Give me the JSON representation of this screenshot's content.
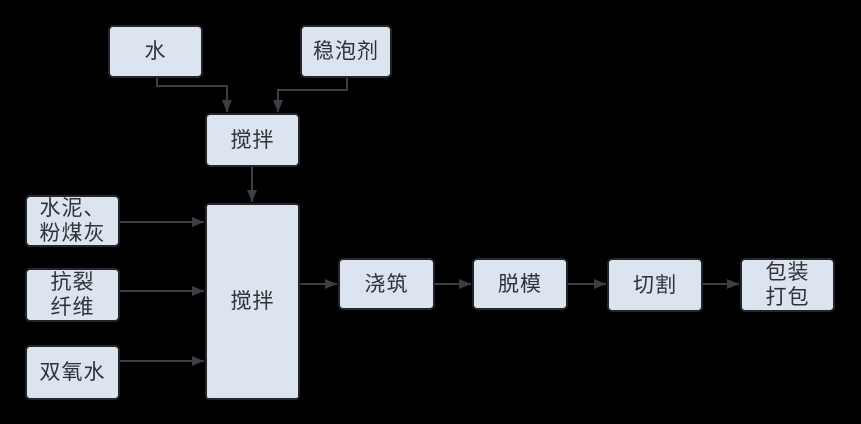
{
  "diagram": {
    "background_color": "#000000",
    "node_fill_color": "#dce4f0",
    "node_border_color": "#22252b",
    "arrow_color": "#3a3e45",
    "text_color": "#2f3338",
    "nodes": {
      "water": {
        "label": "水"
      },
      "foam_stabilizer": {
        "label": "稳泡剂"
      },
      "premix": {
        "label": "搅拌"
      },
      "cement_flyash": {
        "label": "水泥、\n粉煤灰"
      },
      "anticrack_fiber": {
        "label": "抗裂\n纤维"
      },
      "hydrogen_peroxide": {
        "label": "双氧水"
      },
      "mixing": {
        "label": "搅拌"
      },
      "pouring": {
        "label": "浇筑"
      },
      "demolding": {
        "label": "脱模"
      },
      "cutting": {
        "label": "切割"
      },
      "packaging": {
        "label": "包装\n打包"
      }
    },
    "edges": [
      {
        "from": "water",
        "to": "premix"
      },
      {
        "from": "foam_stabilizer",
        "to": "premix"
      },
      {
        "from": "premix",
        "to": "mixing"
      },
      {
        "from": "cement_flyash",
        "to": "mixing"
      },
      {
        "from": "anticrack_fiber",
        "to": "mixing"
      },
      {
        "from": "hydrogen_peroxide",
        "to": "mixing"
      },
      {
        "from": "mixing",
        "to": "pouring"
      },
      {
        "from": "pouring",
        "to": "demolding"
      },
      {
        "from": "demolding",
        "to": "cutting"
      },
      {
        "from": "cutting",
        "to": "packaging"
      }
    ]
  }
}
